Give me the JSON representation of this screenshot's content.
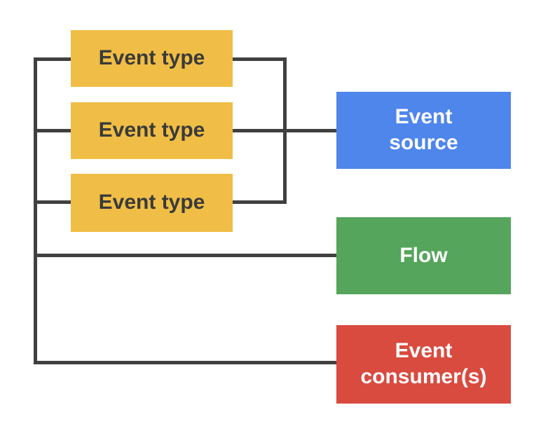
{
  "diagram": {
    "background": "#FFFFFF",
    "connector_color": "#404040",
    "nodes": {
      "event_type_1": {
        "label": "Event type",
        "fill": "#F0BE46",
        "text_color": "#3A3A3A"
      },
      "event_type_2": {
        "label": "Event type",
        "fill": "#F0BE46",
        "text_color": "#3A3A3A"
      },
      "event_type_3": {
        "label": "Event type",
        "fill": "#F0BE46",
        "text_color": "#3A3A3A"
      },
      "event_source": {
        "label": "Event\nsource",
        "fill": "#4F86EC",
        "text_color": "#FFFFFF"
      },
      "flow": {
        "label": "Flow",
        "fill": "#55A55C",
        "text_color": "#FFFFFF"
      },
      "event_consumers": {
        "label": "Event\nconsumer(s)",
        "fill": "#D94B3F",
        "text_color": "#FFFFFF"
      }
    }
  }
}
